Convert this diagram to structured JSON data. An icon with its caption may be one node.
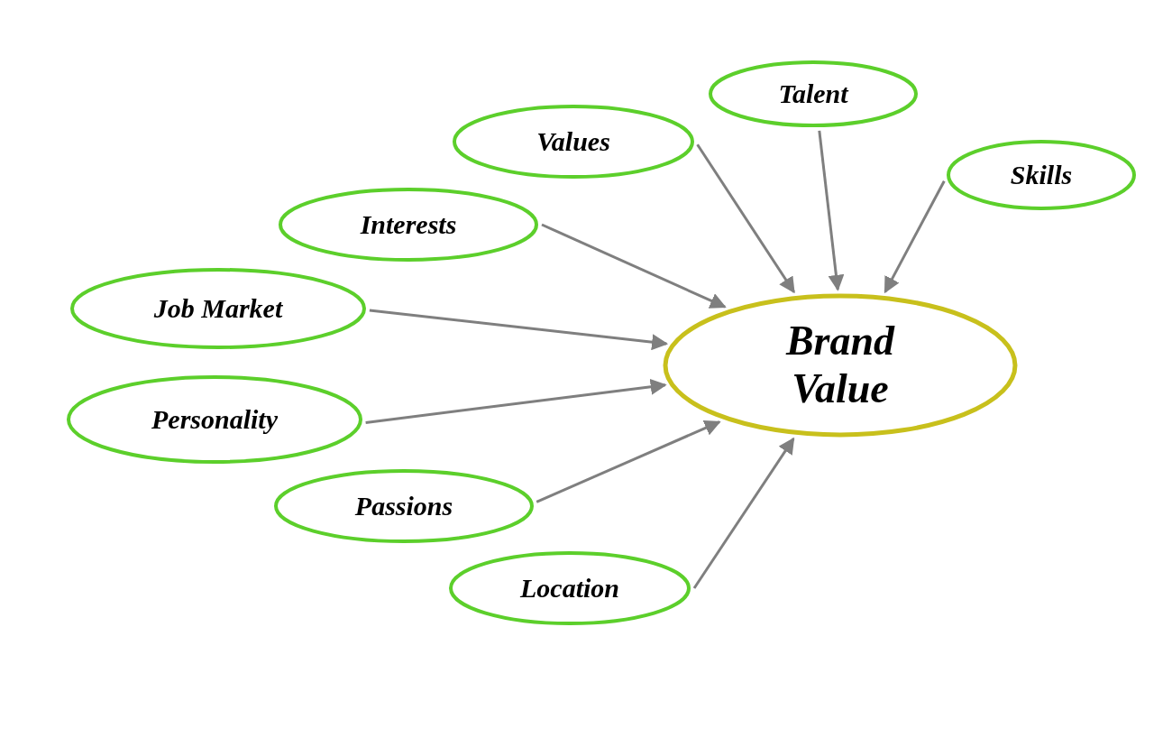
{
  "diagram": {
    "nodes": [
      {
        "text": [
          "Talent"
        ]
      },
      {
        "text": [
          "Values"
        ]
      },
      {
        "text": [
          "Skills"
        ]
      },
      {
        "text": [
          "Interests"
        ]
      },
      {
        "text": [
          "Job Market"
        ]
      },
      {
        "text": [
          "Brand Value"
        ]
      },
      {
        "text": [
          "Personality"
        ]
      },
      {
        "text": [
          "Passions"
        ]
      },
      {
        "text": [
          "Location"
        ]
      }
    ],
    "edges": [
      {
        "from": 0,
        "to": 5,
        "arrow": "to"
      },
      {
        "from": 1,
        "to": 5,
        "arrow": "to"
      },
      {
        "from": 2,
        "to": 5,
        "arrow": "to"
      },
      {
        "from": 3,
        "to": 5,
        "arrow": "to"
      },
      {
        "from": 4,
        "to": 5,
        "arrow": "to"
      },
      {
        "from": 6,
        "to": 5,
        "arrow": "to"
      },
      {
        "from": 7,
        "to": 5,
        "arrow": "to"
      },
      {
        "from": 8,
        "to": 5,
        "arrow": "to"
      }
    ]
  }
}
